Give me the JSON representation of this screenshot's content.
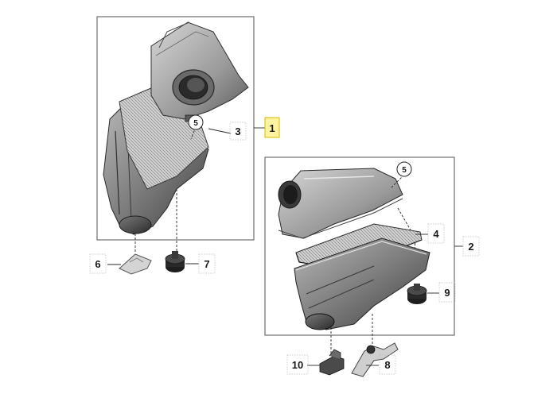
{
  "callouts": {
    "c1": "1",
    "c2": "2",
    "c3": "3",
    "c4": "4",
    "c5a": "5",
    "c5b": "5",
    "c6": "6",
    "c7": "7",
    "c8": "8",
    "c9": "9",
    "c10": "10"
  },
  "colors": {
    "highlight": "#fff3a0",
    "highlight_border": "#d8b800",
    "part_dark": "#4a4a4a",
    "part_mid": "#8d8d8d",
    "part_light": "#c9c9c9"
  }
}
